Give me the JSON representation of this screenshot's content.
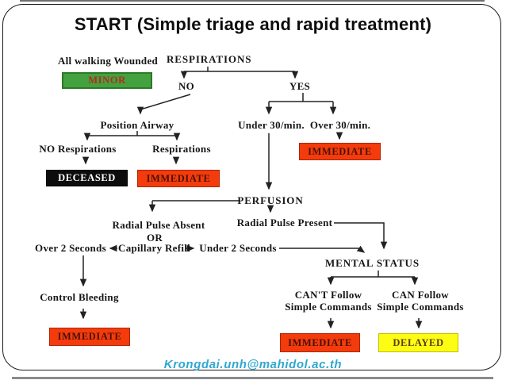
{
  "slide": {
    "title": "START (Simple triage and rapid treatment)",
    "footer_email": "Krongdai.unh@mahidol.ac.th"
  },
  "colors": {
    "title_text": "#0d0d0d",
    "minor_fill": "#44a13f",
    "minor_text": "#b52b20",
    "deceased_fill": "#0c0c0c",
    "deceased_text": "#ffffff",
    "immediate_fill": "#f43b0c",
    "immediate_text": "#471106",
    "delayed_fill": "#fdfd14",
    "delayed_text": "#553c12",
    "connector_line": "#222222",
    "footer_email_text": "#2fa7d1"
  },
  "nodes": {
    "all_walking_wounded": "All walking Wounded",
    "minor": "MINOR",
    "respirations": "RESPIRATIONS",
    "no": "NO",
    "yes": "YES",
    "position_airway": "Position Airway",
    "no_respirations": "NO Respirations",
    "respirations_present": "Respirations",
    "deceased": "DECEASED",
    "immediate_airway": "IMMEDIATE",
    "under_30": "Under 30/min.",
    "over_30": "Over 30/min.",
    "immediate_breathing": "IMMEDIATE",
    "perfusion": "PERFUSION",
    "radial_pulse_absent": "Radial Pulse Absent",
    "or": "OR",
    "over_2_seconds": "Over 2 Seconds",
    "capillary_refill": "Capillary Refill",
    "under_2_seconds": "Under 2 Seconds",
    "radial_pulse_present": "Radial Pulse Present",
    "mental_status": "MENTAL STATUS",
    "cant_follow_line1": "CAN'T Follow",
    "cant_follow_line2": "Simple Commands",
    "can_follow_line1": "CAN Follow",
    "can_follow_line2": "Simple Commands",
    "control_bleeding": "Control Bleeding",
    "immediate_bleeding": "IMMEDIATE",
    "immediate_mental": "IMMEDIATE",
    "delayed": "DELAYED"
  }
}
